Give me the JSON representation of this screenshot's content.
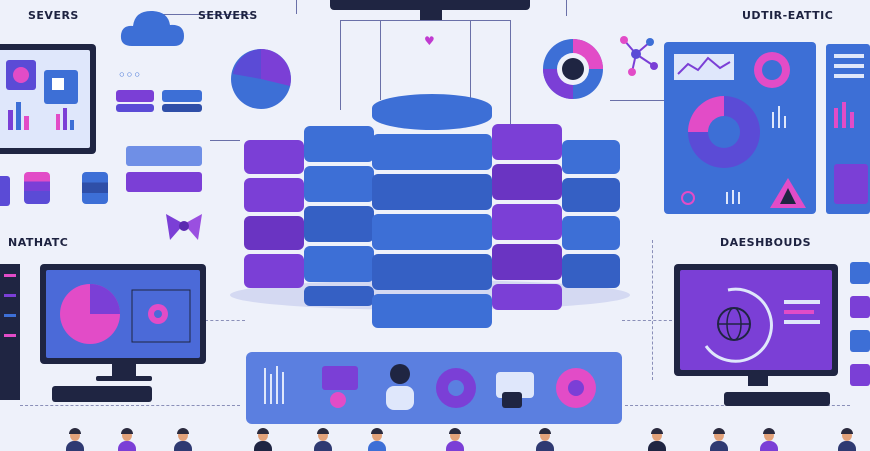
{
  "labels": {
    "top_left_a": "SEVERS",
    "top_left_b": "SERVERS",
    "top_right": "UDTIR-EATTIC",
    "mid_left": "NATHATC",
    "mid_right": "DAESHBOUDS"
  },
  "colors": {
    "purple": "#7b3fd6",
    "blue": "#3d6fd6",
    "navy": "#1f2542",
    "pink": "#e24cc7",
    "background": "#eef1fa"
  },
  "icons": [
    "cloud-icon",
    "pie-chart-icon",
    "donut-chart-icon",
    "network-icon",
    "heart-icon",
    "gear-icon",
    "chat-icon",
    "user-icon",
    "globe-icon",
    "warning-icon",
    "database-icon",
    "folder-icon"
  ]
}
